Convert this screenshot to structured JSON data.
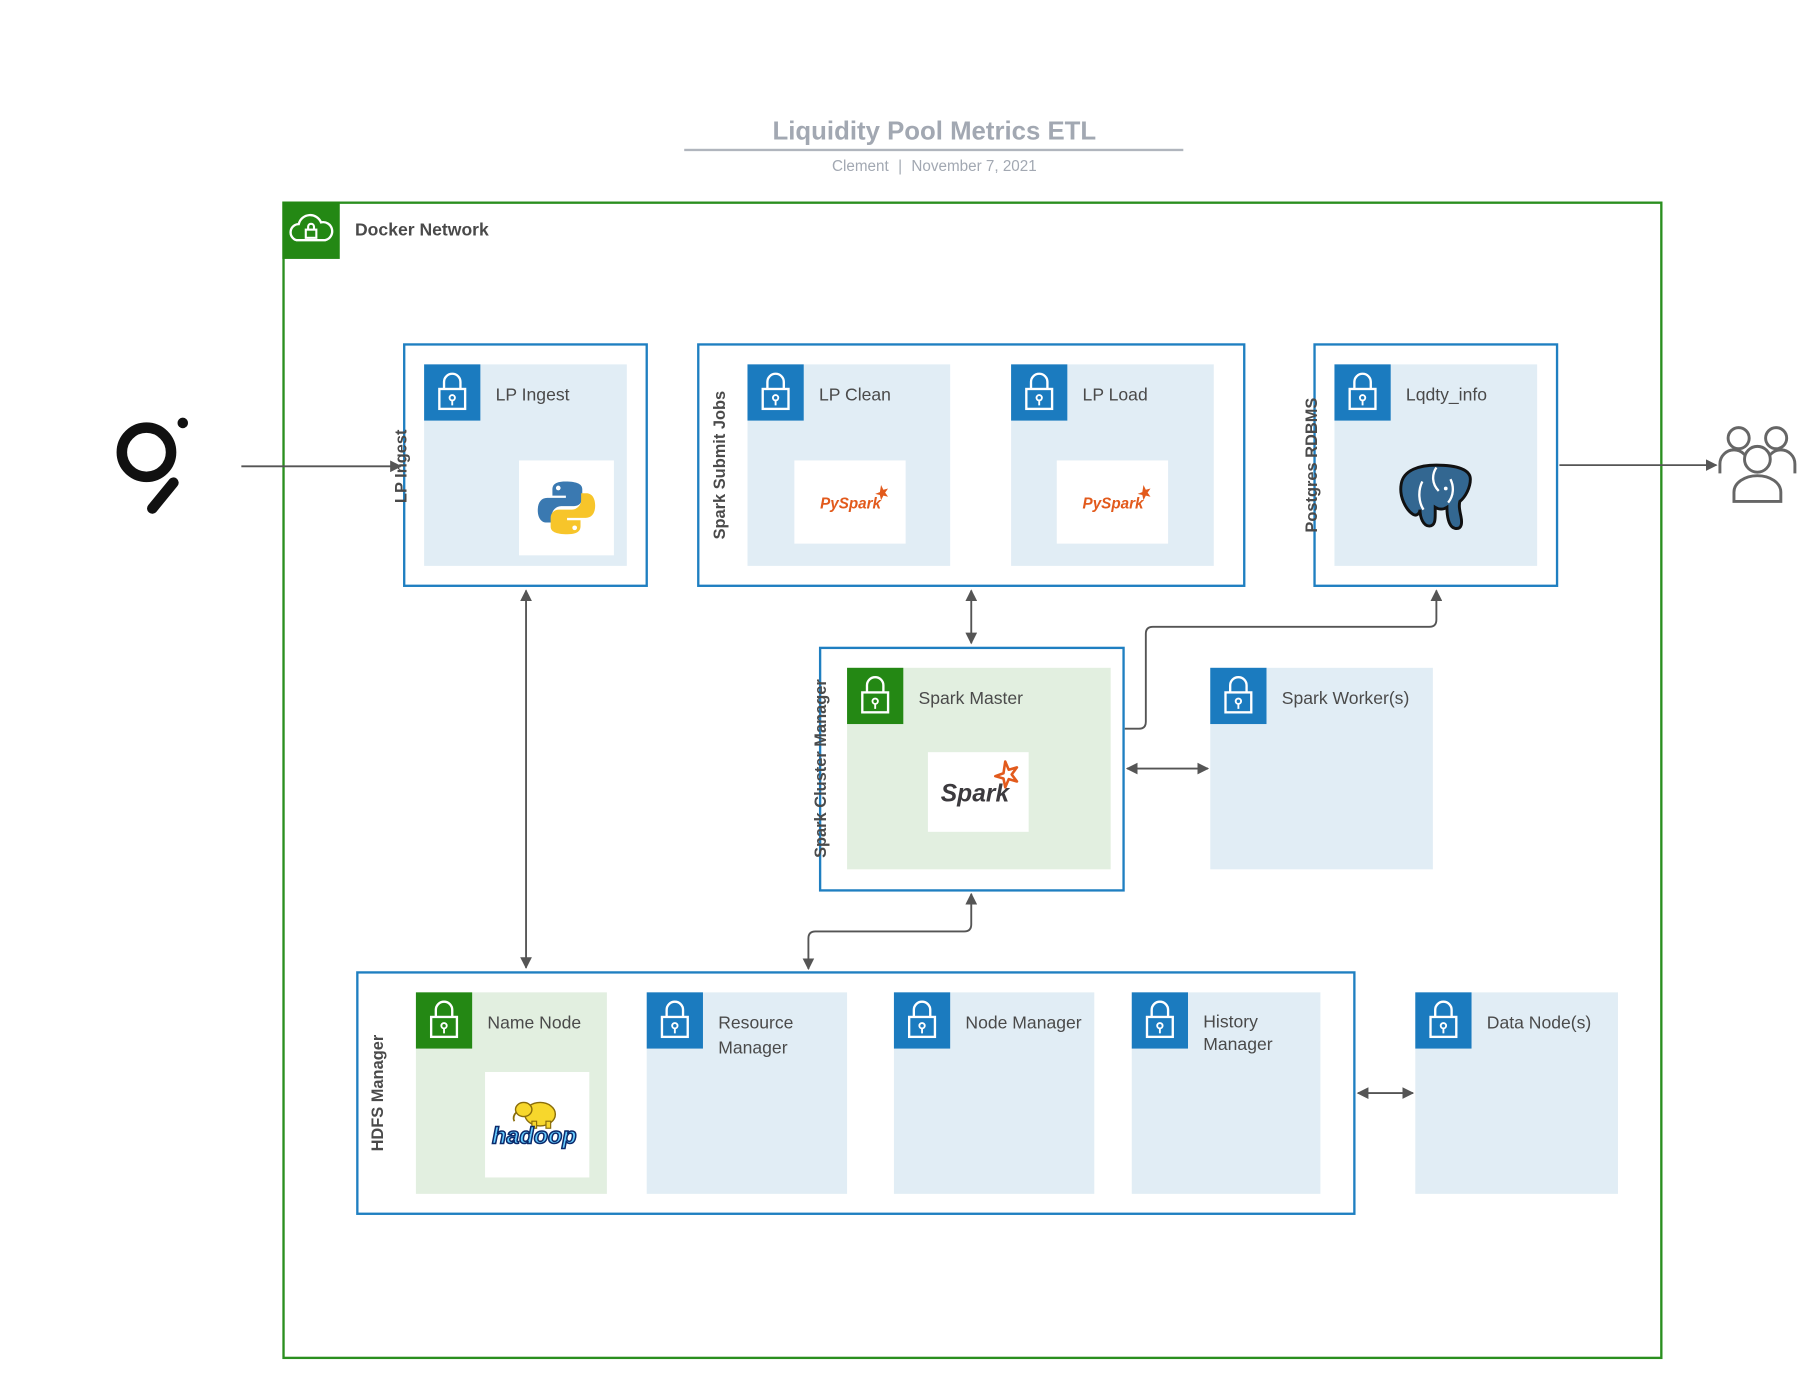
{
  "header": {
    "title": "Liquidity Pool Metrics ETL",
    "author": "Clement",
    "separator": "|",
    "date": "November 7, 2021"
  },
  "network": {
    "label": "Docker Network",
    "icon": "cloud-lock-icon"
  },
  "groups": {
    "lp_ingest": "LP Ingest",
    "spark_submit": "Spark Submit Jobs",
    "postgres": "Postgres RDBMS",
    "spark_cluster": "Spark Cluster Manager",
    "hdfs": "HDFS Manager"
  },
  "nodes": {
    "lp_ingest": "LP Ingest",
    "lp_clean": "LP Clean",
    "lp_load": "LP Load",
    "lqdty_info": "Lqdty_info",
    "spark_master": "Spark Master",
    "spark_workers": "Spark Worker(s)",
    "name_node": "Name Node",
    "resource_manager": "Resource Manager",
    "node_manager": "Node Manager",
    "history_manager": "History Manager",
    "data_nodes": "Data Node(s)"
  },
  "logos": {
    "pyspark": "PySpark",
    "spark": "Spark",
    "hadoop": "hadoop"
  },
  "icons": [
    "graph-protocol-icon",
    "users-icon",
    "python-icon",
    "pyspark-icon",
    "postgres-elephant-icon",
    "spark-icon",
    "hadoop-icon",
    "lock-icon"
  ],
  "colors": {
    "network_green": "#248814",
    "group_blue": "#1f7fc1",
    "node_fill": "#e1edf5",
    "master_fill": "#e2efe0",
    "arrow": "#555555"
  }
}
